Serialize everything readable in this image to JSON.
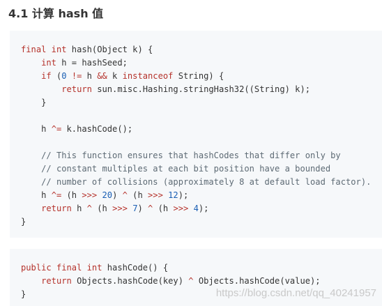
{
  "heading": "4.1 计算 hash 值",
  "block1": {
    "lines": [
      [
        {
          "t": "final int",
          "c": "kw"
        },
        {
          "t": " hash(Object k) {",
          "c": "p"
        }
      ],
      [
        {
          "t": "    ",
          "c": "p"
        },
        {
          "t": "int",
          "c": "kw"
        },
        {
          "t": " h = hashSeed;",
          "c": "p"
        }
      ],
      [
        {
          "t": "    ",
          "c": "p"
        },
        {
          "t": "if",
          "c": "kw"
        },
        {
          "t": " (",
          "c": "p"
        },
        {
          "t": "0",
          "c": "num"
        },
        {
          "t": " ",
          "c": "p"
        },
        {
          "t": "!=",
          "c": "op"
        },
        {
          "t": " h ",
          "c": "p"
        },
        {
          "t": "&&",
          "c": "op"
        },
        {
          "t": " k ",
          "c": "p"
        },
        {
          "t": "instanceof",
          "c": "kw"
        },
        {
          "t": " String) {",
          "c": "p"
        }
      ],
      [
        {
          "t": "        ",
          "c": "p"
        },
        {
          "t": "return",
          "c": "kw"
        },
        {
          "t": " sun.misc.Hashing.stringHash32((String) k);",
          "c": "p"
        }
      ],
      [
        {
          "t": "    }",
          "c": "p"
        }
      ],
      [],
      [
        {
          "t": "    h ",
          "c": "p"
        },
        {
          "t": "^=",
          "c": "op"
        },
        {
          "t": " k.hashCode();",
          "c": "p"
        }
      ],
      [],
      [
        {
          "t": "    // This function ensures that hashCodes that differ only by",
          "c": "cm"
        }
      ],
      [
        {
          "t": "    // constant multiples at each bit position have a bounded",
          "c": "cm"
        }
      ],
      [
        {
          "t": "    // number of collisions (approximately 8 at default load factor).",
          "c": "cm"
        }
      ],
      [
        {
          "t": "    h ",
          "c": "p"
        },
        {
          "t": "^=",
          "c": "op"
        },
        {
          "t": " (h ",
          "c": "p"
        },
        {
          "t": ">>>",
          "c": "op"
        },
        {
          "t": " ",
          "c": "p"
        },
        {
          "t": "20",
          "c": "num"
        },
        {
          "t": ") ",
          "c": "p"
        },
        {
          "t": "^",
          "c": "op"
        },
        {
          "t": " (h ",
          "c": "p"
        },
        {
          "t": ">>>",
          "c": "op"
        },
        {
          "t": " ",
          "c": "p"
        },
        {
          "t": "12",
          "c": "num"
        },
        {
          "t": ");",
          "c": "p"
        }
      ],
      [
        {
          "t": "    ",
          "c": "p"
        },
        {
          "t": "return",
          "c": "kw"
        },
        {
          "t": " h ",
          "c": "p"
        },
        {
          "t": "^",
          "c": "op"
        },
        {
          "t": " (h ",
          "c": "p"
        },
        {
          "t": ">>>",
          "c": "op"
        },
        {
          "t": " ",
          "c": "p"
        },
        {
          "t": "7",
          "c": "num"
        },
        {
          "t": ") ",
          "c": "p"
        },
        {
          "t": "^",
          "c": "op"
        },
        {
          "t": " (h ",
          "c": "p"
        },
        {
          "t": ">>>",
          "c": "op"
        },
        {
          "t": " ",
          "c": "p"
        },
        {
          "t": "4",
          "c": "num"
        },
        {
          "t": ");",
          "c": "p"
        }
      ],
      [
        {
          "t": "}",
          "c": "p"
        }
      ]
    ]
  },
  "block2": {
    "lines": [
      [
        {
          "t": "public final int",
          "c": "kw"
        },
        {
          "t": " hashCode() {",
          "c": "p"
        }
      ],
      [
        {
          "t": "    ",
          "c": "p"
        },
        {
          "t": "return",
          "c": "kw"
        },
        {
          "t": " Objects.hashCode(key) ",
          "c": "p"
        },
        {
          "t": "^",
          "c": "op"
        },
        {
          "t": " Objects.hashCode(value);",
          "c": "p"
        }
      ],
      [
        {
          "t": "}",
          "c": "p"
        }
      ]
    ]
  },
  "watermark": "https://blog.csdn.net/qq_40241957"
}
